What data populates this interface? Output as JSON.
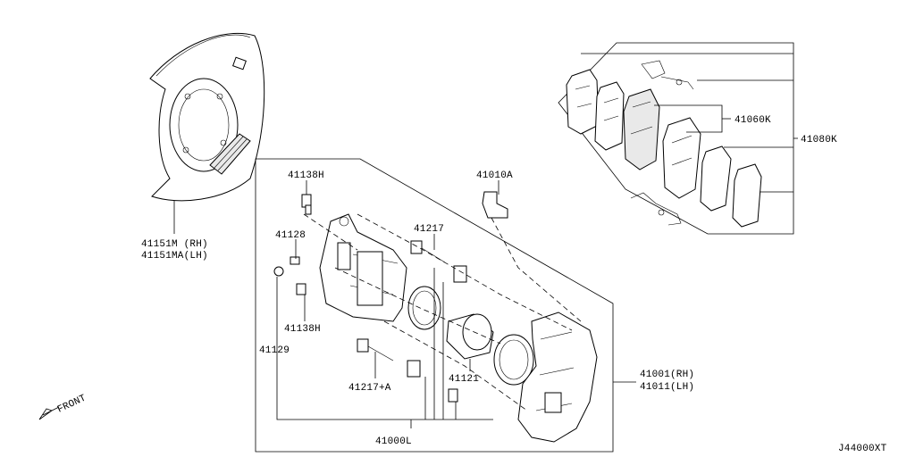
{
  "labels": {
    "shield_rh": "41151M (RH)",
    "shield_lh": "41151MA(LH)",
    "bolt_top": "41138H",
    "bolt_mid": "41138H",
    "bleeder": "41128",
    "cap": "41129",
    "pin": "41217",
    "pin_a": "41217+A",
    "bolt_mount": "41010A",
    "seal": "41121",
    "caliper_kit": "41000L",
    "caliper_rh": "41001(RH)",
    "caliper_lh": "41011(LH)",
    "pad_kit": "41060K",
    "pad_set": "41080K",
    "front": "FRONT",
    "code": "J44000XT"
  },
  "colors": {
    "line": "#000000",
    "background": "#ffffff"
  }
}
